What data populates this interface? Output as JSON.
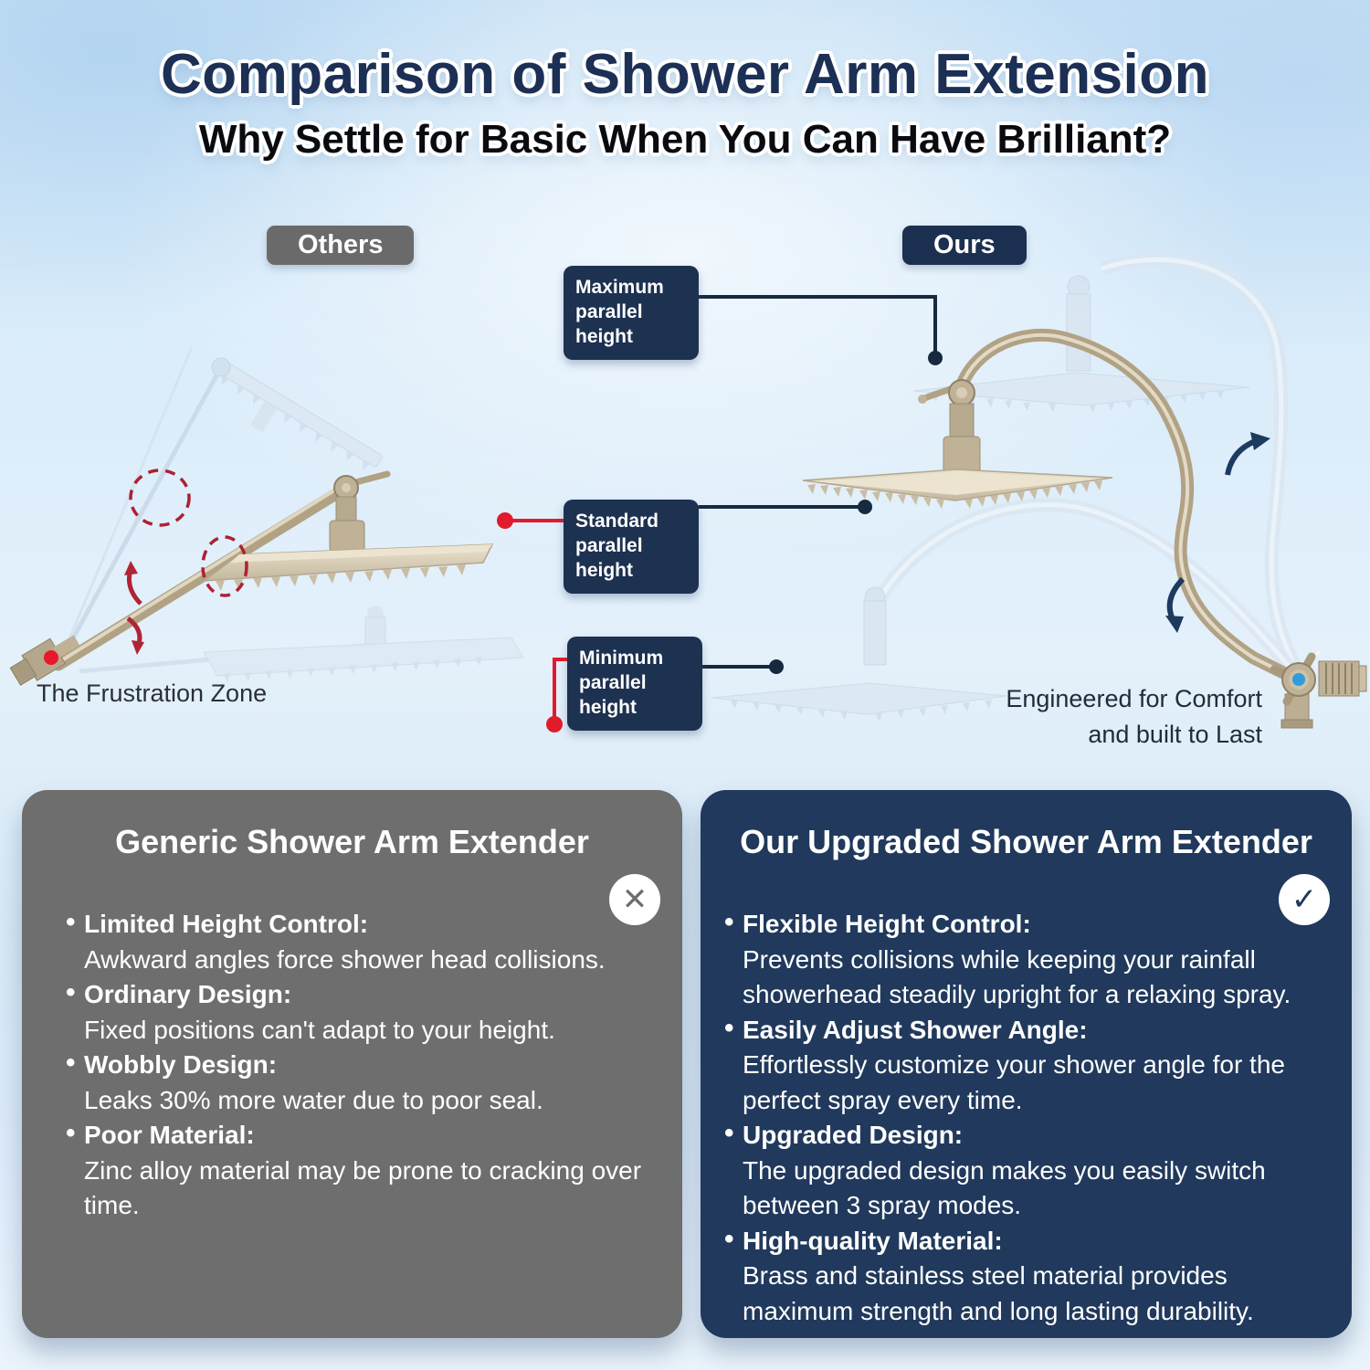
{
  "title": "Comparison of Shower Arm Extension",
  "subtitle": "Why Settle for Basic When You Can Have Brilliant?",
  "colors": {
    "title_navy": "#1c2f55",
    "badge_gray": "#6a6a6a",
    "badge_navy": "#1b3050",
    "callout_navy": "#1d3150",
    "connector_red": "#e11b2b",
    "connector_navy": "#16293f",
    "card_gray": "#6e6e6e",
    "card_navy": "#20395c",
    "brass": "#b1a284",
    "valve_blue": "#2f9ce0"
  },
  "diagram": {
    "badges": {
      "others": "Others",
      "ours": "Ours"
    },
    "callouts": [
      {
        "label": "Maximum\nparallel height"
      },
      {
        "label": "Standard\nparallel height"
      },
      {
        "label": "Minimum\nparallel height"
      }
    ],
    "captions": {
      "others": "The Frustration Zone",
      "ours": "Engineered for Comfort\nand built to Last"
    }
  },
  "cards": {
    "generic": {
      "title": "Generic Shower Arm Extender",
      "icon_glyph": "✕",
      "bullets": [
        {
          "label": "Limited Height Control:",
          "body": "Awkward angles force shower head collisions."
        },
        {
          "label": "Ordinary Design:",
          "body": "Fixed positions can't adapt to your height."
        },
        {
          "label": "Wobbly Design:",
          "body": "Leaks 30% more water due to poor seal."
        },
        {
          "label": "Poor Material:",
          "body": "Zinc alloy material may be prone to cracking over time."
        }
      ]
    },
    "upgraded": {
      "title": "Our Upgraded Shower Arm Extender",
      "icon_glyph": "✓",
      "bullets": [
        {
          "label": "Flexible Height Control:",
          "body": "Prevents collisions while keeping your rainfall showerhead steadily upright for a relaxing spray."
        },
        {
          "label": "Easily Adjust Shower Angle:",
          "body": "Effortlessly customize your shower angle for the perfect spray every time."
        },
        {
          "label": "Upgraded Design:",
          "body": "The upgraded design makes you easily switch between 3 spray modes."
        },
        {
          "label": "High-quality Material:",
          "body": "Brass and stainless steel material provides maximum strength and long lasting durability."
        }
      ]
    }
  }
}
